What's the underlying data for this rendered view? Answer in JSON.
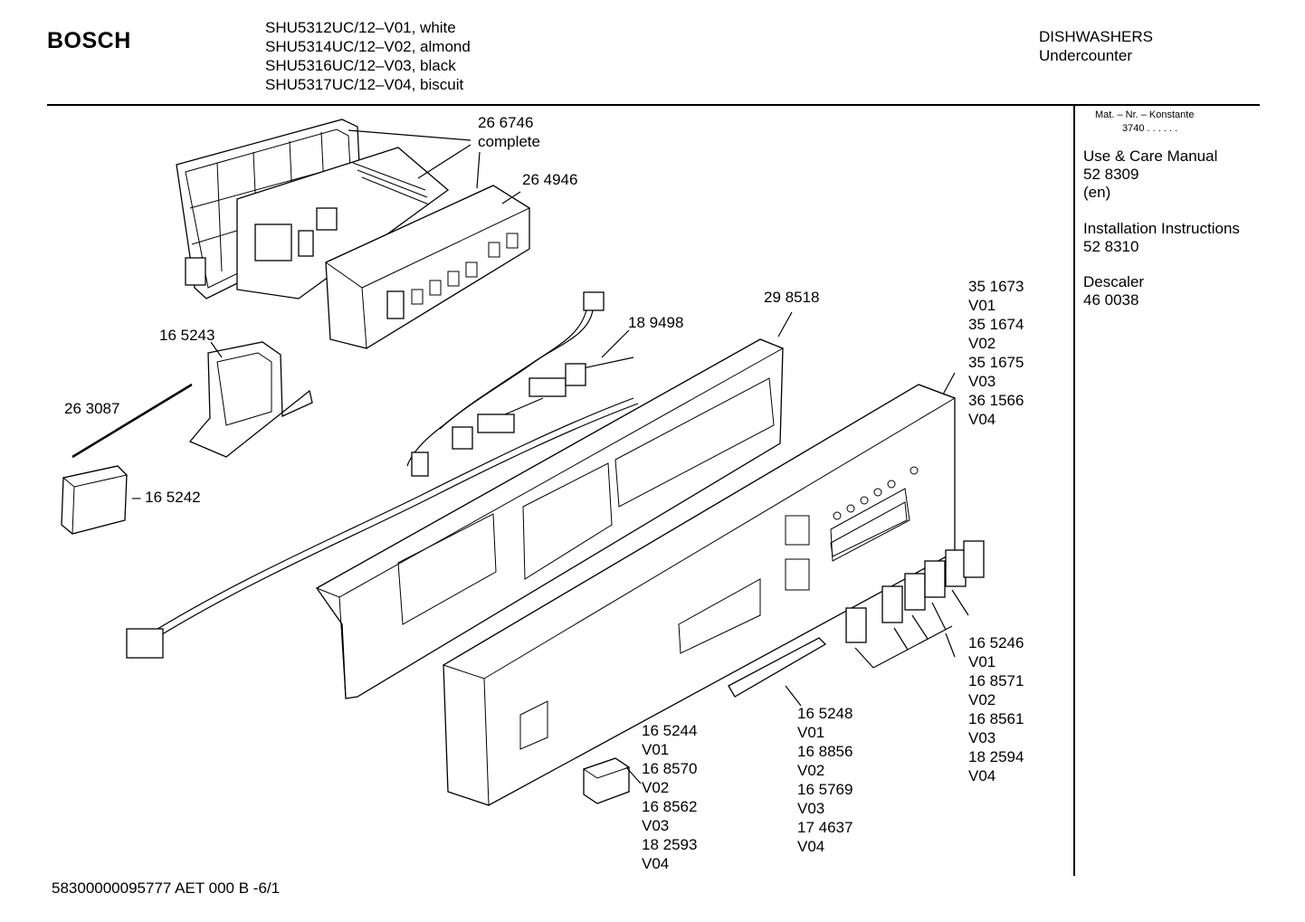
{
  "header": {
    "brand": "BOSCH",
    "models": [
      "SHU5312UC/12–V01, white",
      "SHU5314UC/12–V02, almond",
      "SHU5316UC/12–V03, black",
      "SHU5317UC/12–V04, biscuit"
    ],
    "category": "DISHWASHERS",
    "subcategory": "Undercounter"
  },
  "sidebar": {
    "mat_label": "Mat. – Nr. – Konstante",
    "mat_value": "3740 . . . . . .",
    "docs": [
      {
        "title": "Use & Care Manual",
        "number": "52 8309",
        "lang": "(en)"
      },
      {
        "title": "Installation Instructions",
        "number": "52 8310"
      },
      {
        "title": "Descaler",
        "number": "46 0038"
      }
    ]
  },
  "labels": {
    "p266746": "26 6746",
    "complete": "complete",
    "p264946": "26 4946",
    "p165243": "16 5243",
    "p189498": "18 9498",
    "p298518": "29 8518",
    "p263087": "26 3087",
    "p165242": "– 16 5242",
    "panel_variants": [
      "35 1673",
      "V01",
      "35 1674",
      "V02",
      "35 1675",
      "V03",
      "36 1566",
      "V04"
    ],
    "button_variants": [
      "16 5246",
      "V01",
      "16 8571",
      "V02",
      "16 8561",
      "V03",
      "18 2594",
      "V04"
    ],
    "strip_variants": [
      "16 5248",
      "V01",
      "16 8856",
      "V02",
      "16 5769",
      "V03",
      "17 4637",
      "V04"
    ],
    "knob_variants": [
      "16 5244",
      "V01",
      "16 8570",
      "V02",
      "16 8562",
      "V03",
      "18 2593",
      "V04"
    ]
  },
  "footer": "58300000095777 AET 000 B  -6/1"
}
